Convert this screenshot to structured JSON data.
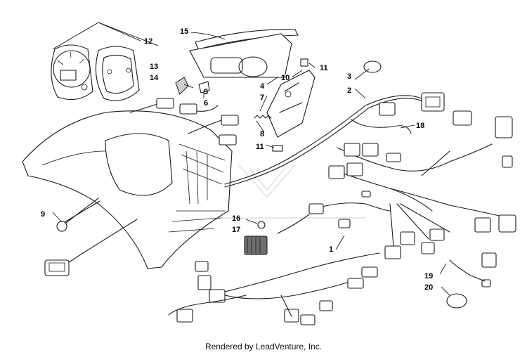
{
  "diagram": {
    "callouts": [
      {
        "id": "c1",
        "text": "1"
      },
      {
        "id": "c2",
        "text": "2"
      },
      {
        "id": "c3",
        "text": "3"
      },
      {
        "id": "c4",
        "text": "4"
      },
      {
        "id": "c5",
        "text": "5"
      },
      {
        "id": "c6",
        "text": "6"
      },
      {
        "id": "c7",
        "text": "7"
      },
      {
        "id": "c8",
        "text": "8"
      },
      {
        "id": "c9",
        "text": "9"
      },
      {
        "id": "c10",
        "text": "10"
      },
      {
        "id": "c11a",
        "text": "11"
      },
      {
        "id": "c11b",
        "text": "11"
      },
      {
        "id": "c12",
        "text": "12"
      },
      {
        "id": "c13",
        "text": "13"
      },
      {
        "id": "c14",
        "text": "14"
      },
      {
        "id": "c15",
        "text": "15"
      },
      {
        "id": "c16",
        "text": "16"
      },
      {
        "id": "c17",
        "text": "17"
      },
      {
        "id": "c18",
        "text": "18"
      },
      {
        "id": "c19",
        "text": "19"
      },
      {
        "id": "c20",
        "text": "20"
      }
    ]
  },
  "footer": {
    "text": "Rendered by LeadVenture, Inc."
  },
  "colors": {
    "line": "#1a1a1a",
    "background": "#ffffff",
    "watermark": "#e6e6e6"
  }
}
